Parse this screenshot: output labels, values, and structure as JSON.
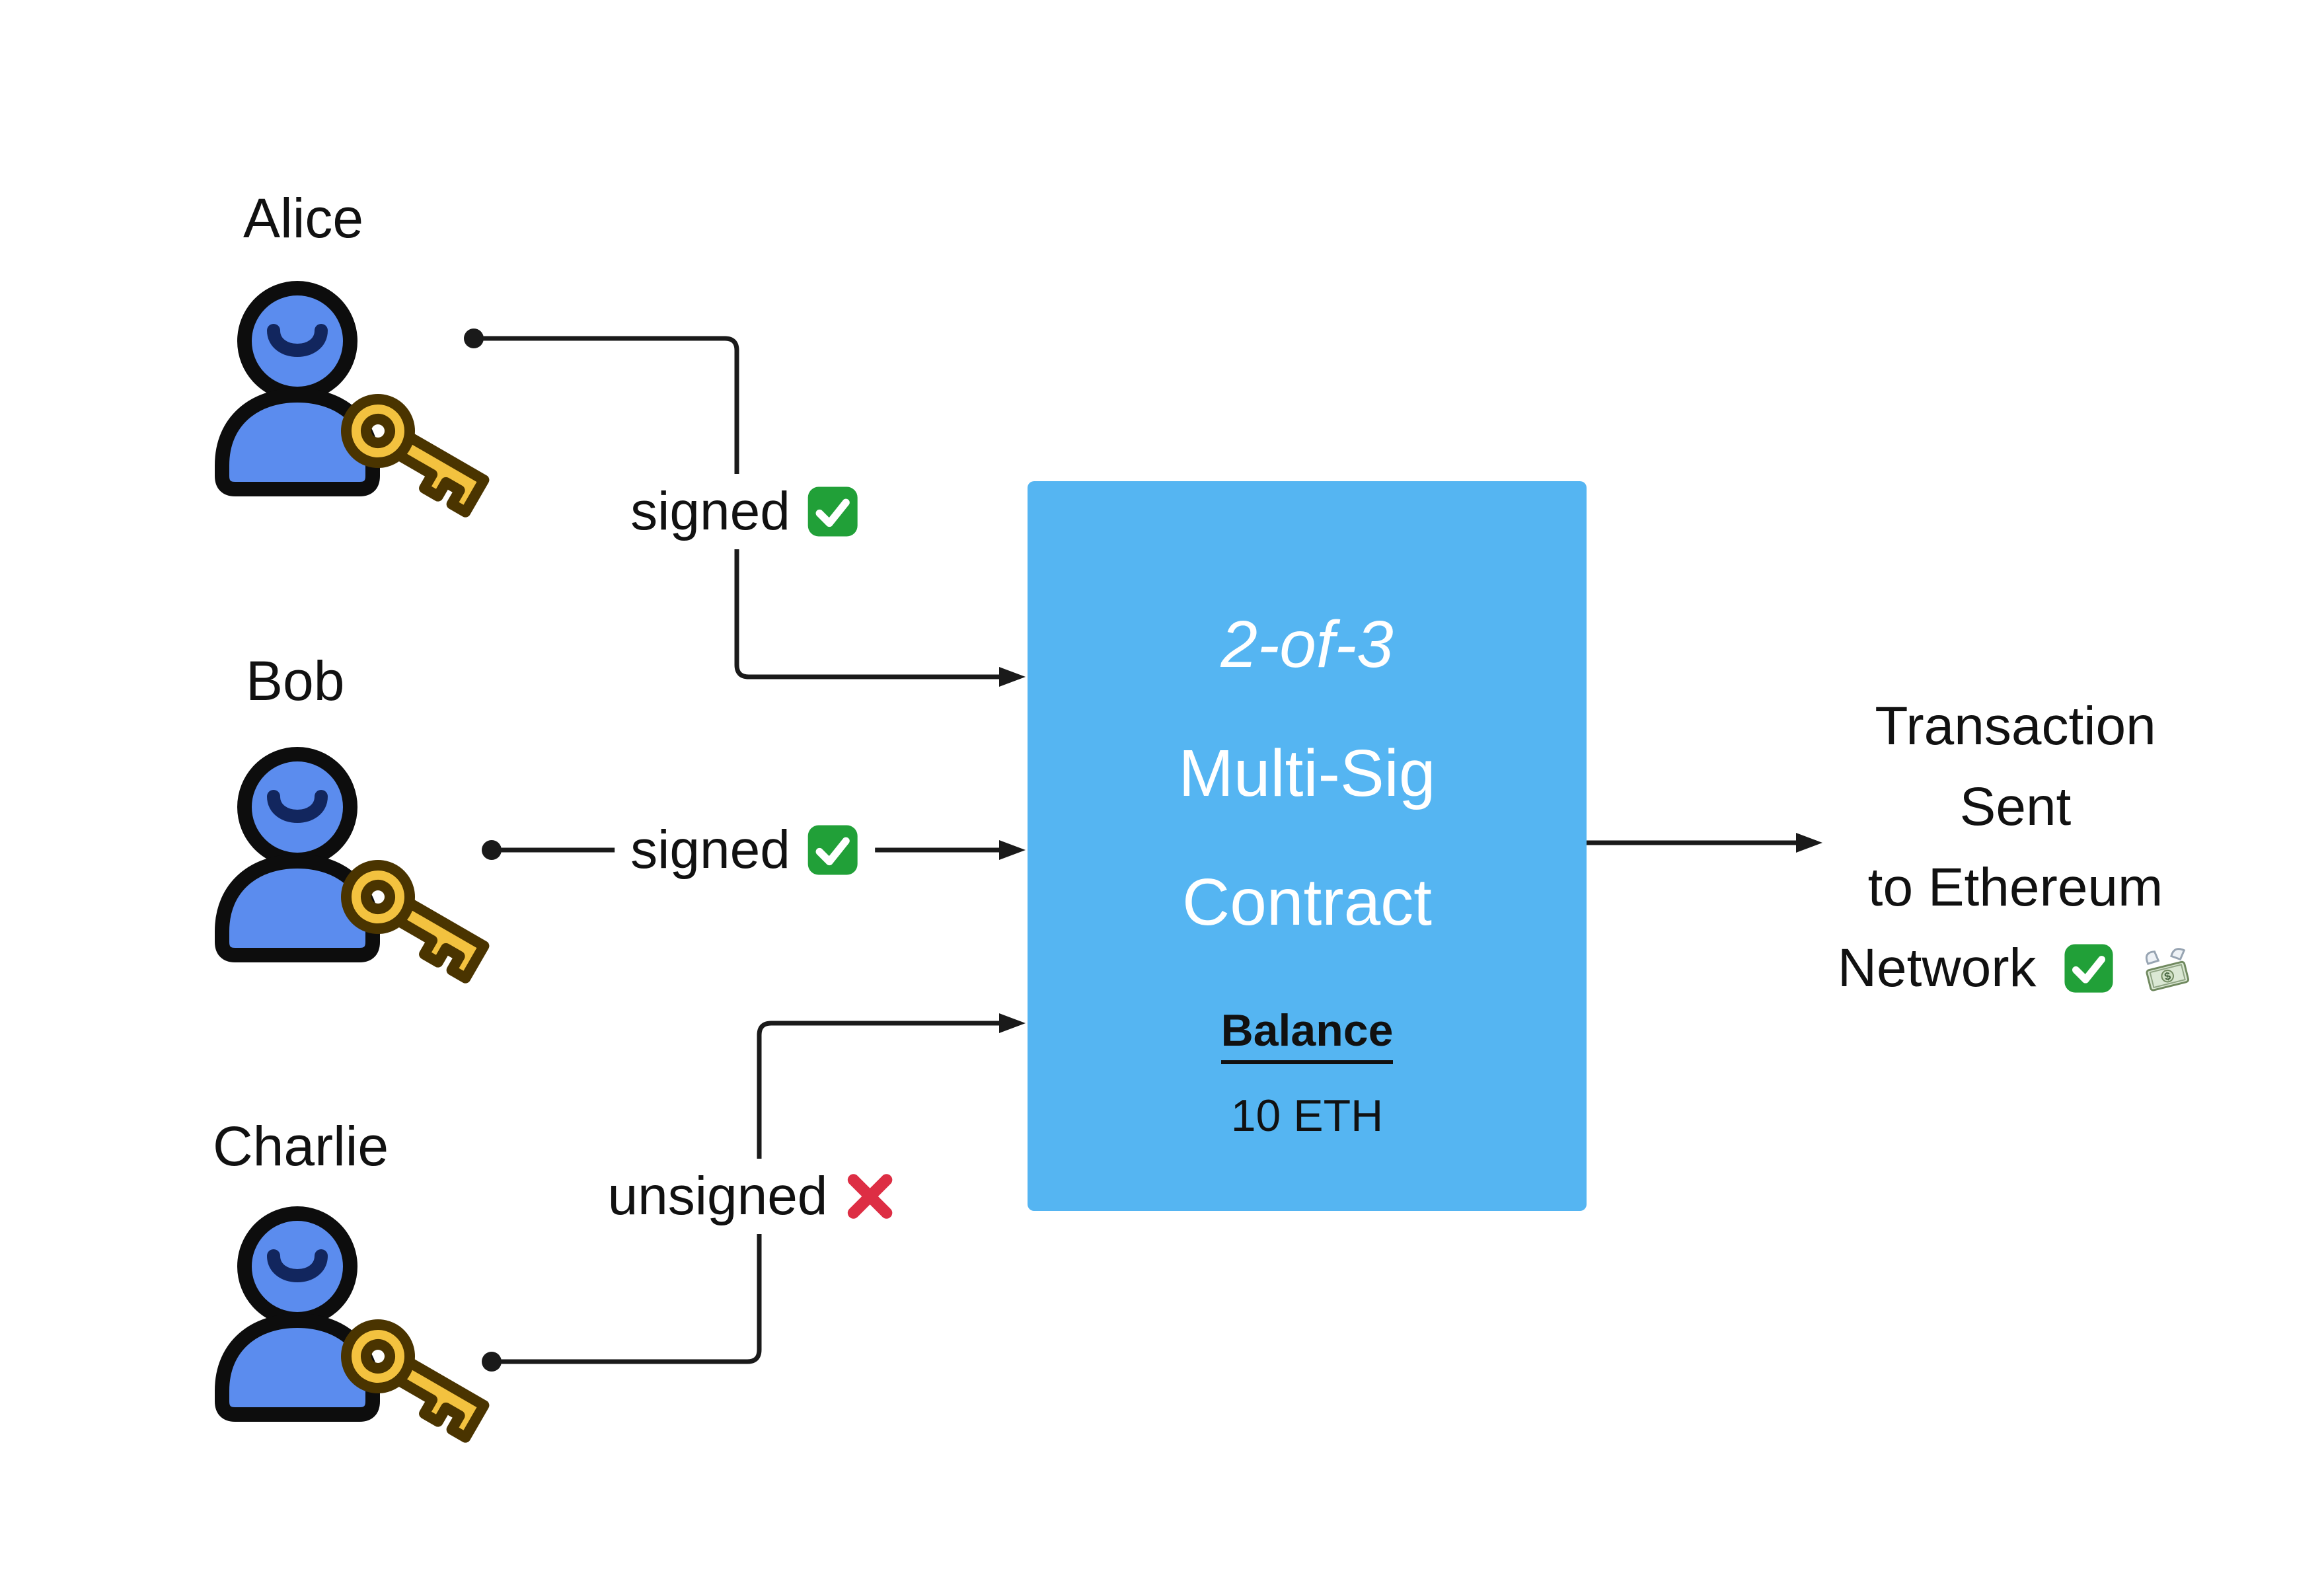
{
  "diagram": {
    "background": "#ffffff",
    "line_color": "#1a1a1a",
    "actors": [
      {
        "name": "Alice",
        "signature_label": "signed",
        "status": "signed",
        "status_icon": "check-icon"
      },
      {
        "name": "Bob",
        "signature_label": "signed",
        "status": "signed",
        "status_icon": "check-icon"
      },
      {
        "name": "Charlie",
        "signature_label": "unsigned",
        "status": "unsigned",
        "status_icon": "cross-icon"
      }
    ],
    "actor_icon": {
      "icon": "person-with-key-icon",
      "person_color": "#5B8CEE",
      "key_color": "#F3C23F"
    },
    "contract": {
      "title_line_1": "2-of-3",
      "title_line_2": "Multi-Sig",
      "title_line_3": "Contract",
      "balance_label": "Balance",
      "balance_value": "10 ETH",
      "box_color": "#55B5F2",
      "title_text_color": "#ffffff",
      "balance_text_color": "#111111"
    },
    "output": {
      "line_1": "Transaction",
      "line_2": "Sent",
      "line_3": "to Ethereum",
      "line_4": "Network",
      "icons": [
        "check-icon",
        "money-with-wings-icon"
      ]
    },
    "status_colors": {
      "check_green": "#21A038",
      "cross_red": "#DD2E44"
    }
  }
}
